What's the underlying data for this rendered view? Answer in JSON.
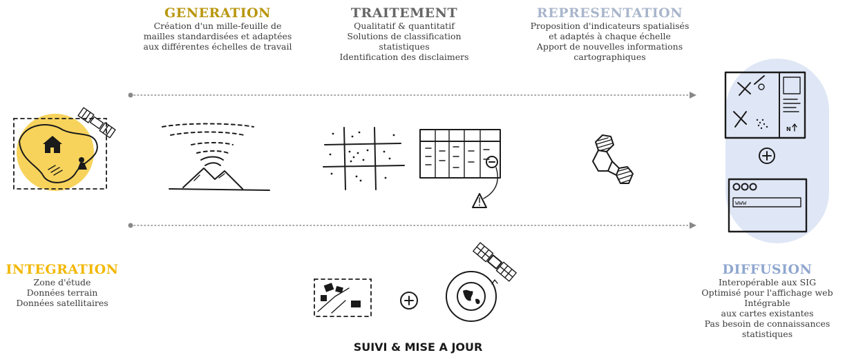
{
  "colors": {
    "generation": "#b8960f",
    "traitement": "#666666",
    "representation": "#a9b6cc",
    "integration": "#f2b700",
    "diffusion": "#8fa7cf",
    "integration_circle": "#f7d35c",
    "diffusion_circle": "#dfe6f5"
  },
  "generation": {
    "title": "GENERATION",
    "lines": [
      "Création d'un mille-feuille de",
      "mailles standardisées et adaptées",
      "aux différentes échelles de travail"
    ]
  },
  "traitement": {
    "title": "TRAITEMENT",
    "lines": [
      "Qualitatif & quantitatif",
      "Solutions de classification",
      "statistiques",
      "Identification des disclaimers"
    ]
  },
  "representation": {
    "title": "REPRESENTATION",
    "lines": [
      "Proposition d'indicateurs spatialisés",
      "et adaptés à chaque échelle",
      "Apport de nouvelles informations",
      "cartographiques"
    ]
  },
  "integration": {
    "title": "INTEGRATION",
    "lines": [
      "Zone d'étude",
      "Données terrain",
      "Données satellitaires"
    ]
  },
  "diffusion": {
    "title": "DIFFUSION",
    "lines": [
      "Interopérable aux SIG",
      "Optimisé pour l'affichage web",
      "Intégrable",
      "aux cartes existantes",
      "Pas besoin de connaissances",
      "statistiques"
    ]
  },
  "suivi": {
    "title": "SUIVI & MISE A JOUR"
  },
  "icons": {
    "www_label": "www",
    "north_label": "N"
  }
}
